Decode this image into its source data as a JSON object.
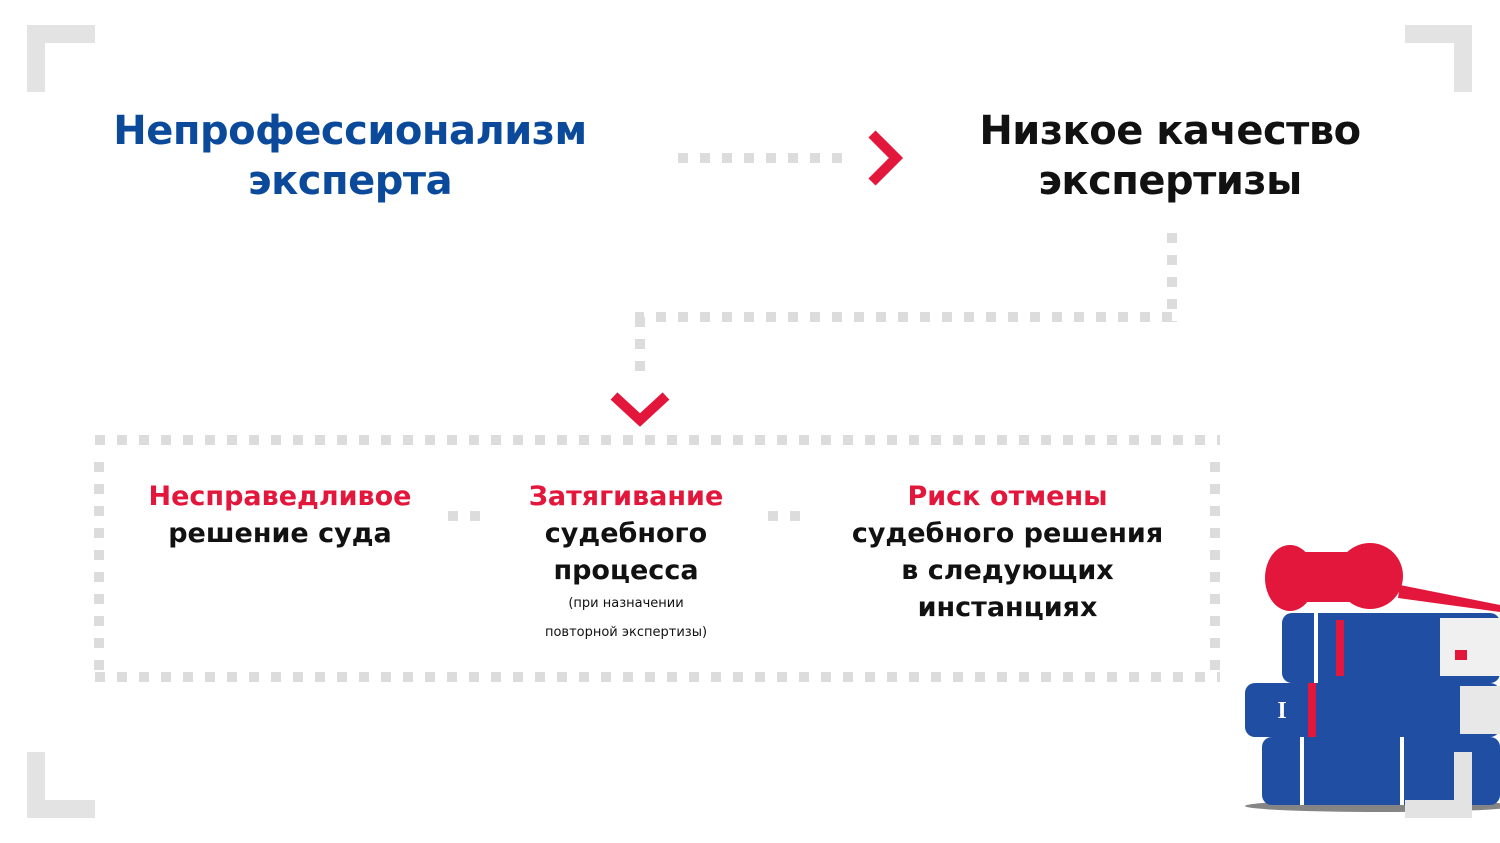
{
  "colors": {
    "blue": "#0b4a9b",
    "red": "#e3173b",
    "dots": "#dcdcdc"
  },
  "cause": {
    "line1": "Непрофессионализм",
    "line2": "эксперта"
  },
  "effect": {
    "line1": "Низкое качество",
    "line2": "экспертизы"
  },
  "consequences": [
    {
      "red": "Несправедливое",
      "black1": "решение суда"
    },
    {
      "red": "Затягивание",
      "black1": "судебного",
      "black2": "процесса",
      "note1": "(при назначении",
      "note2": "повторной экспертизы)"
    },
    {
      "red": "Риск отмены",
      "black1": "судебного решения",
      "black2": "в следующих",
      "black3": "инстанциях"
    }
  ]
}
